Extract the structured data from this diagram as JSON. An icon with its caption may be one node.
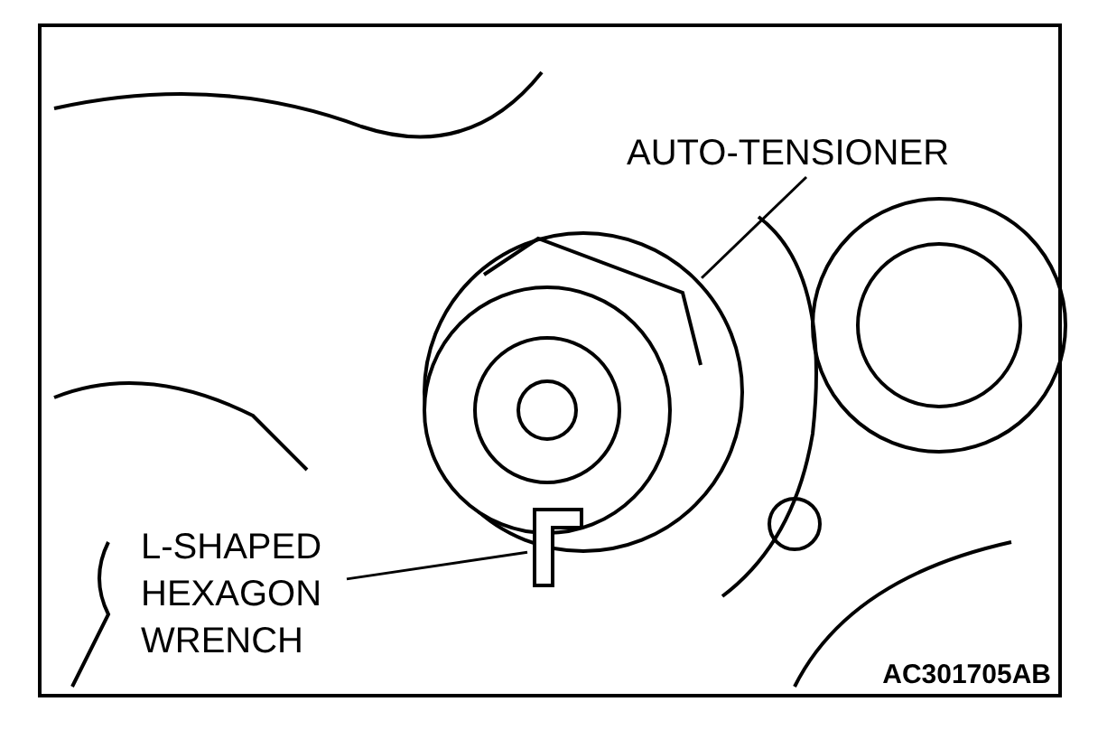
{
  "diagram": {
    "nodes": [
      {
        "text": [
          "AUTO-TENSIONER"
        ]
      },
      {
        "text": [],
        "shape": "picture"
      },
      {
        "text": [
          "L-SHAPED HEXAGON WRENCH"
        ]
      },
      {
        "text": [],
        "shape": "picture"
      }
    ],
    "edges": [
      {
        "from": 0,
        "to": 1,
        "arrow": "none"
      },
      {
        "from": 2,
        "to": 3,
        "arrow": "none"
      }
    ],
    "labels": [
      "AC301705AB"
    ]
  }
}
